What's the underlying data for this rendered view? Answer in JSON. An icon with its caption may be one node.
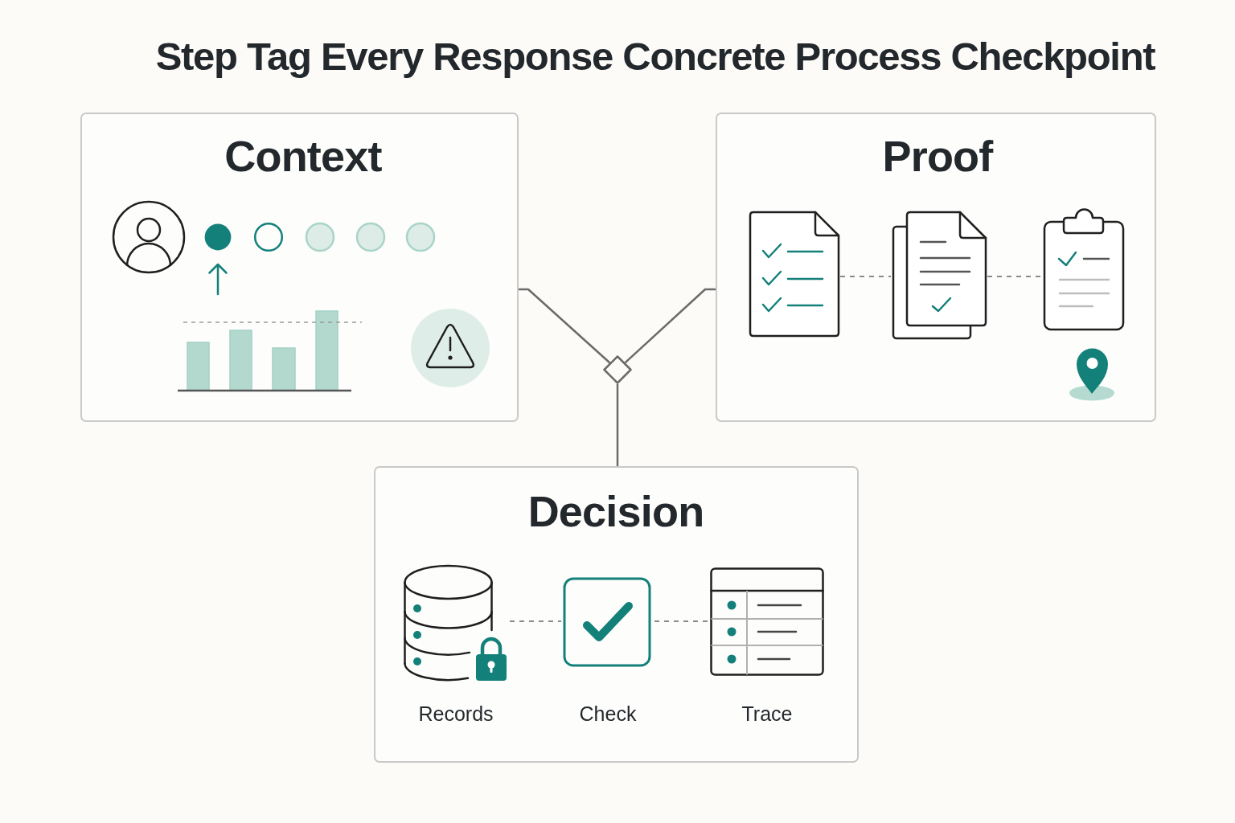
{
  "diagram": {
    "title": "Step Tag Every Response Concrete Process Checkpoint",
    "nodes": [
      {
        "text": [
          "Context"
        ]
      },
      {
        "text": [
          "Proof"
        ]
      },
      {
        "text": [],
        "shape": "picture",
        "in": 1
      },
      {
        "text": [],
        "shape": "picture",
        "in": 1
      },
      {
        "text": [],
        "shape": "picture",
        "in": 1
      },
      {
        "text": [],
        "shape": "diamond"
      },
      {
        "text": [
          "Decision"
        ]
      },
      {
        "text": [
          "Records"
        ],
        "in": 6
      },
      {
        "text": [
          "Check"
        ],
        "in": 6
      },
      {
        "text": [
          "Trace"
        ],
        "in": 6
      }
    ],
    "edges": [
      {
        "from": 0,
        "to": 5,
        "arrow": "none"
      },
      {
        "from": 1,
        "to": 5,
        "arrow": "none"
      },
      {
        "from": 5,
        "to": 6,
        "arrow": "none"
      },
      {
        "from": 2,
        "to": 3,
        "arrow": "none",
        "style": "dashed"
      },
      {
        "from": 3,
        "to": 4,
        "arrow": "none",
        "style": "dashed"
      },
      {
        "from": 7,
        "to": 8,
        "arrow": "none",
        "style": "dashed"
      },
      {
        "from": 8,
        "to": 9,
        "arrow": "none",
        "style": "dashed"
      }
    ]
  }
}
